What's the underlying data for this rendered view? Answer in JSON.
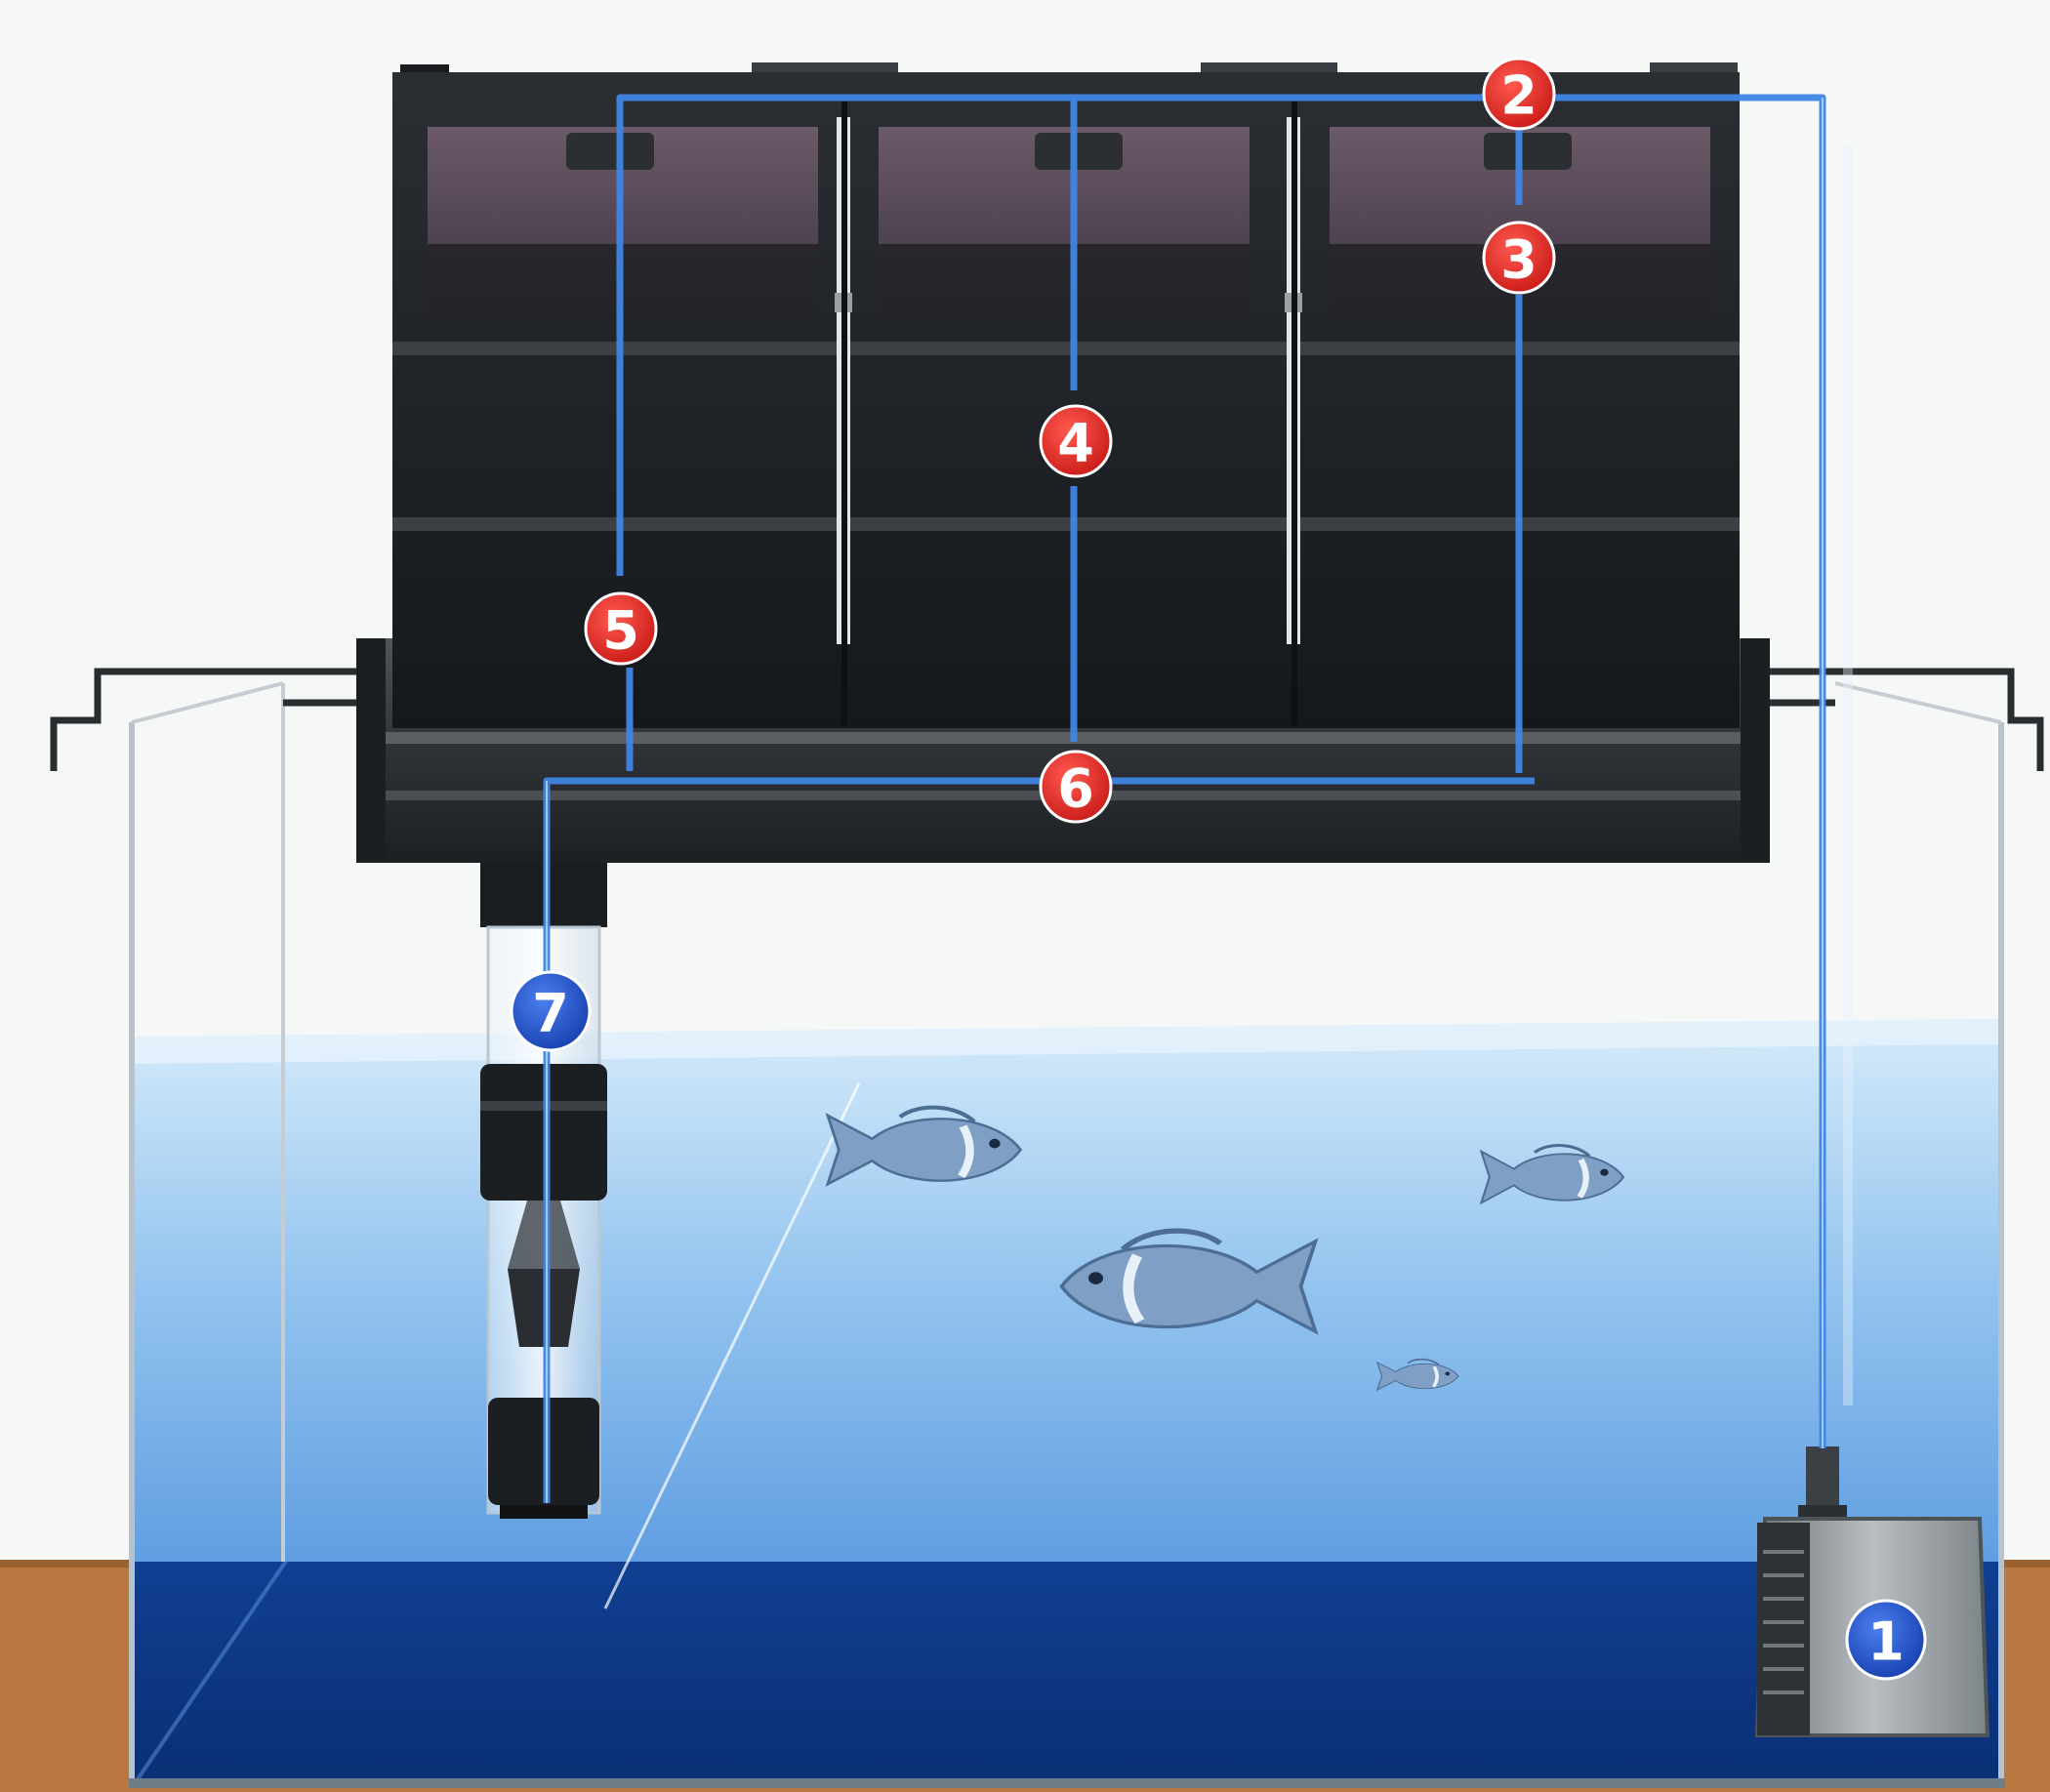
{
  "colors": {
    "background": "#f6f7f7",
    "wall": "#ececec",
    "table_wood": "#b8783f",
    "water_top": "#c9e3f7",
    "water_mid": "#7fb7ea",
    "water_deep": "#2f6fc4",
    "tank_floor": "#0c3a8a",
    "filter_box": "#1d2124",
    "filter_tray": "#3a3e42",
    "flow_line": "#3f86e6",
    "marker_red": "#e0211e",
    "marker_blue": "#1f4fc7",
    "pump_body": "#8f969b",
    "fish_body": "#7f9fc4"
  },
  "markers": [
    {
      "id": "1",
      "label": "1",
      "style": "blue",
      "part": "pump"
    },
    {
      "id": "2",
      "label": "2",
      "style": "red",
      "part": "top-distribution"
    },
    {
      "id": "3",
      "label": "3",
      "style": "red",
      "part": "filter-chamber-right"
    },
    {
      "id": "4",
      "label": "4",
      "style": "red",
      "part": "filter-chamber-middle"
    },
    {
      "id": "5",
      "label": "5",
      "style": "red",
      "part": "filter-chamber-left"
    },
    {
      "id": "6",
      "label": "6",
      "style": "red",
      "part": "bottom-collector"
    },
    {
      "id": "7",
      "label": "7",
      "style": "blue",
      "part": "return-tube"
    }
  ],
  "icons": {
    "pump": "submersible-pump-icon",
    "fish": "fish-icon",
    "filter": "trickle-filter-icon"
  }
}
